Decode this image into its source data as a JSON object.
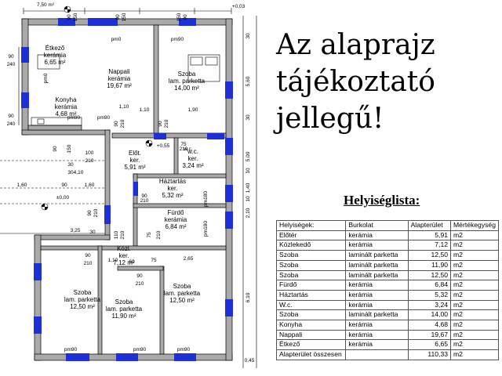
{
  "notice": [
    "Az alaprajz",
    "tájékoztató",
    "jellegű!"
  ],
  "room_list": {
    "title": "Helyiséglista:",
    "headers": [
      "Helyiségek:",
      "Burkolat",
      "Alapterület",
      "Mértékegység"
    ],
    "rows": [
      [
        "Előtér",
        "kerámia",
        "5,91",
        "m2"
      ],
      [
        "Közlekedő",
        "kerámia",
        "7,12",
        "m2"
      ],
      [
        "Szoba",
        "laminált parketta",
        "12,50",
        "m2"
      ],
      [
        "Szoba",
        "laminált parketta",
        "11,90",
        "m2"
      ],
      [
        "Szoba",
        "laminált parketta",
        "12,50",
        "m2"
      ],
      [
        "Fürdő",
        "kerámia",
        "6,84",
        "m2"
      ],
      [
        "Háztartás",
        "kerámia",
        "5,32",
        "m2"
      ],
      [
        "W.c.",
        "kerámia",
        "3,24",
        "m2"
      ],
      [
        "Szoba",
        "laminált parketta",
        "14,00",
        "m2"
      ],
      [
        "Konyha",
        "kerámia",
        "4,68",
        "m2"
      ],
      [
        "Nappali",
        "kerámia",
        "19,67",
        "m2"
      ],
      [
        "Étkező",
        "kerámia",
        "6,65",
        "m2"
      ]
    ],
    "total": [
      "Alapterület összesen",
      "",
      "110,33",
      "m2"
    ]
  },
  "floorplan": {
    "colors": {
      "wall": "#a9a9a9",
      "window": "#1f2fd6",
      "line": "#000000"
    },
    "rooms": [
      {
        "name": "Étkező",
        "finish": "kerámia",
        "area": "6,65 m²"
      },
      {
        "name": "Nappali",
        "finish": "kerámia",
        "area": "19,67 m²"
      },
      {
        "name": "Szoba",
        "finish": "lam. parketta",
        "area": "14,00 m²"
      },
      {
        "name": "Konyha",
        "finish": "kerámia",
        "area": "4,68 m²"
      },
      {
        "name": "Előt.",
        "finish": "ker.",
        "area": "5,91 m²"
      },
      {
        "name": "w.c.",
        "finish": "ker.",
        "area": "3,24 m²"
      },
      {
        "name": "Háztartás",
        "finish": "ker.",
        "area": "5,32 m²"
      },
      {
        "name": "Fürdő",
        "finish": "kerámia",
        "area": "6,84 m²"
      },
      {
        "name": "Közl.",
        "finish": "ker.",
        "area": "7,12 m²"
      },
      {
        "name": "Szoba",
        "finish": "lam. parketta",
        "area": "12,50 m²"
      },
      {
        "name": "Szoba",
        "finish": "lam. parketta",
        "area": "11,90 m²"
      },
      {
        "name": "Szoba",
        "finish": "lam. parketta",
        "area": "12,50 m²"
      }
    ],
    "dims": [
      "7,50 m²",
      "90",
      "150",
      "90",
      "150",
      "+0,03",
      "150",
      "90",
      "pm0",
      "pm90",
      "pm0",
      "pm90",
      "pm90",
      "pm90",
      "pm90",
      "pm90",
      "90",
      "240",
      "90",
      "240",
      "90",
      "150",
      "1,10",
      "1,10",
      "1,90",
      "90",
      "210",
      "90",
      "210",
      "75",
      "210",
      "w.c.",
      "+0,55",
      "100",
      "210",
      "30",
      "30",
      "4,10",
      "1,60",
      "90",
      "1,60",
      "±0,00",
      "90",
      "210",
      "90",
      "210",
      "pm180",
      "75",
      "210",
      "pm180",
      "3,25",
      "110",
      "210",
      "30",
      "90",
      "210",
      "1,10",
      "60",
      "75",
      "2,65",
      "90",
      "210",
      "30",
      "5,60",
      "30",
      "5,00",
      "10",
      "1,40",
      "10",
      "2,10",
      "6,10",
      "0,45"
    ]
  }
}
